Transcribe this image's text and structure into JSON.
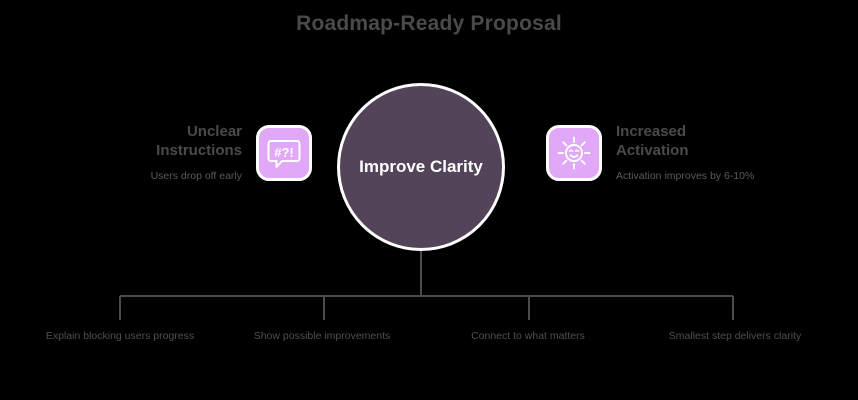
{
  "title": "Roadmap-Ready Proposal",
  "center": {
    "label": "Improve Clarity",
    "color": "#544459"
  },
  "theme": {
    "background": "#000000",
    "accent": "#e0a8f6",
    "icon_border": "#ffffff",
    "heading_color": "#4a4a4a",
    "line_color": "#4b4b4b"
  },
  "sides": {
    "left": {
      "heading": "Unclear Instructions",
      "subtitle": "Users drop off early",
      "icon": "speech-bubble-symbols-icon",
      "icon_text": "#?!"
    },
    "right": {
      "heading": "Increased Activation",
      "subtitle": "Activation improves by 6-10%",
      "icon": "smiling-sun-icon"
    }
  },
  "branches": [
    {
      "label": "Explain blocking users progress"
    },
    {
      "label": "Show possible improvements"
    },
    {
      "label": "Connect to what matters"
    },
    {
      "label": "Smallest step delivers clarity"
    }
  ]
}
